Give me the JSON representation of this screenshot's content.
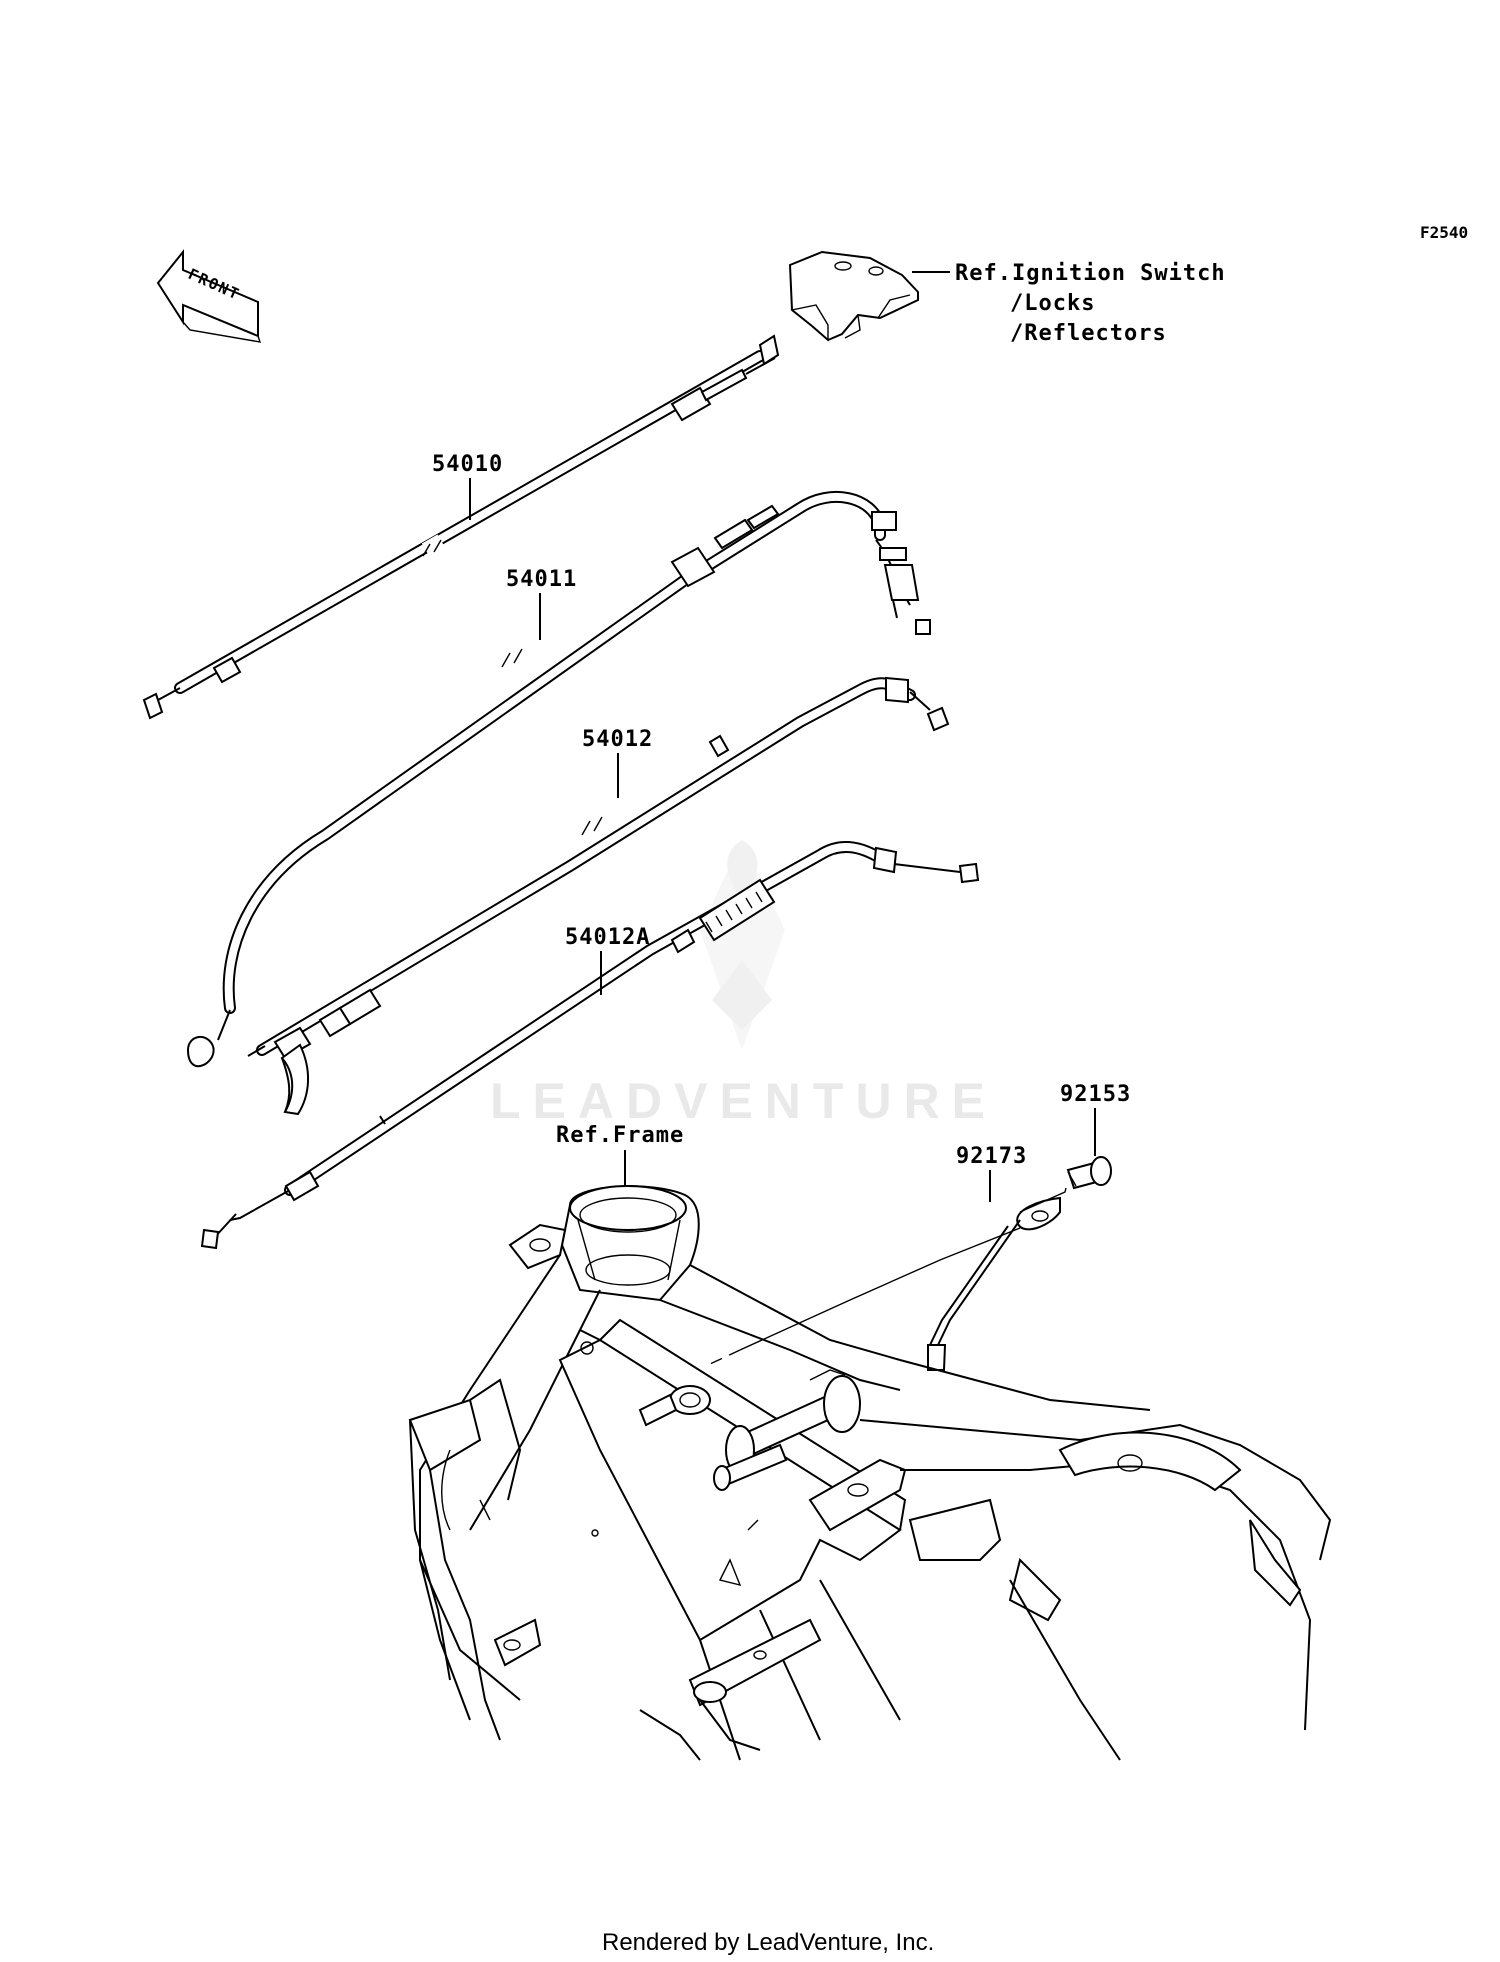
{
  "diagram_code": "F2540",
  "front_label": "FRONT",
  "ref_ignition": {
    "line1": "Ref.Ignition Switch",
    "line2": "/Locks",
    "line3": "/Reflectors"
  },
  "ref_frame": "Ref.Frame",
  "parts": {
    "p54010": "54010",
    "p54011": "54011",
    "p54012": "54012",
    "p54012a": "54012A",
    "p92153": "92153",
    "p92173": "92173"
  },
  "watermark": "LEADVENTURE",
  "footer": "Rendered by LeadVenture, Inc."
}
